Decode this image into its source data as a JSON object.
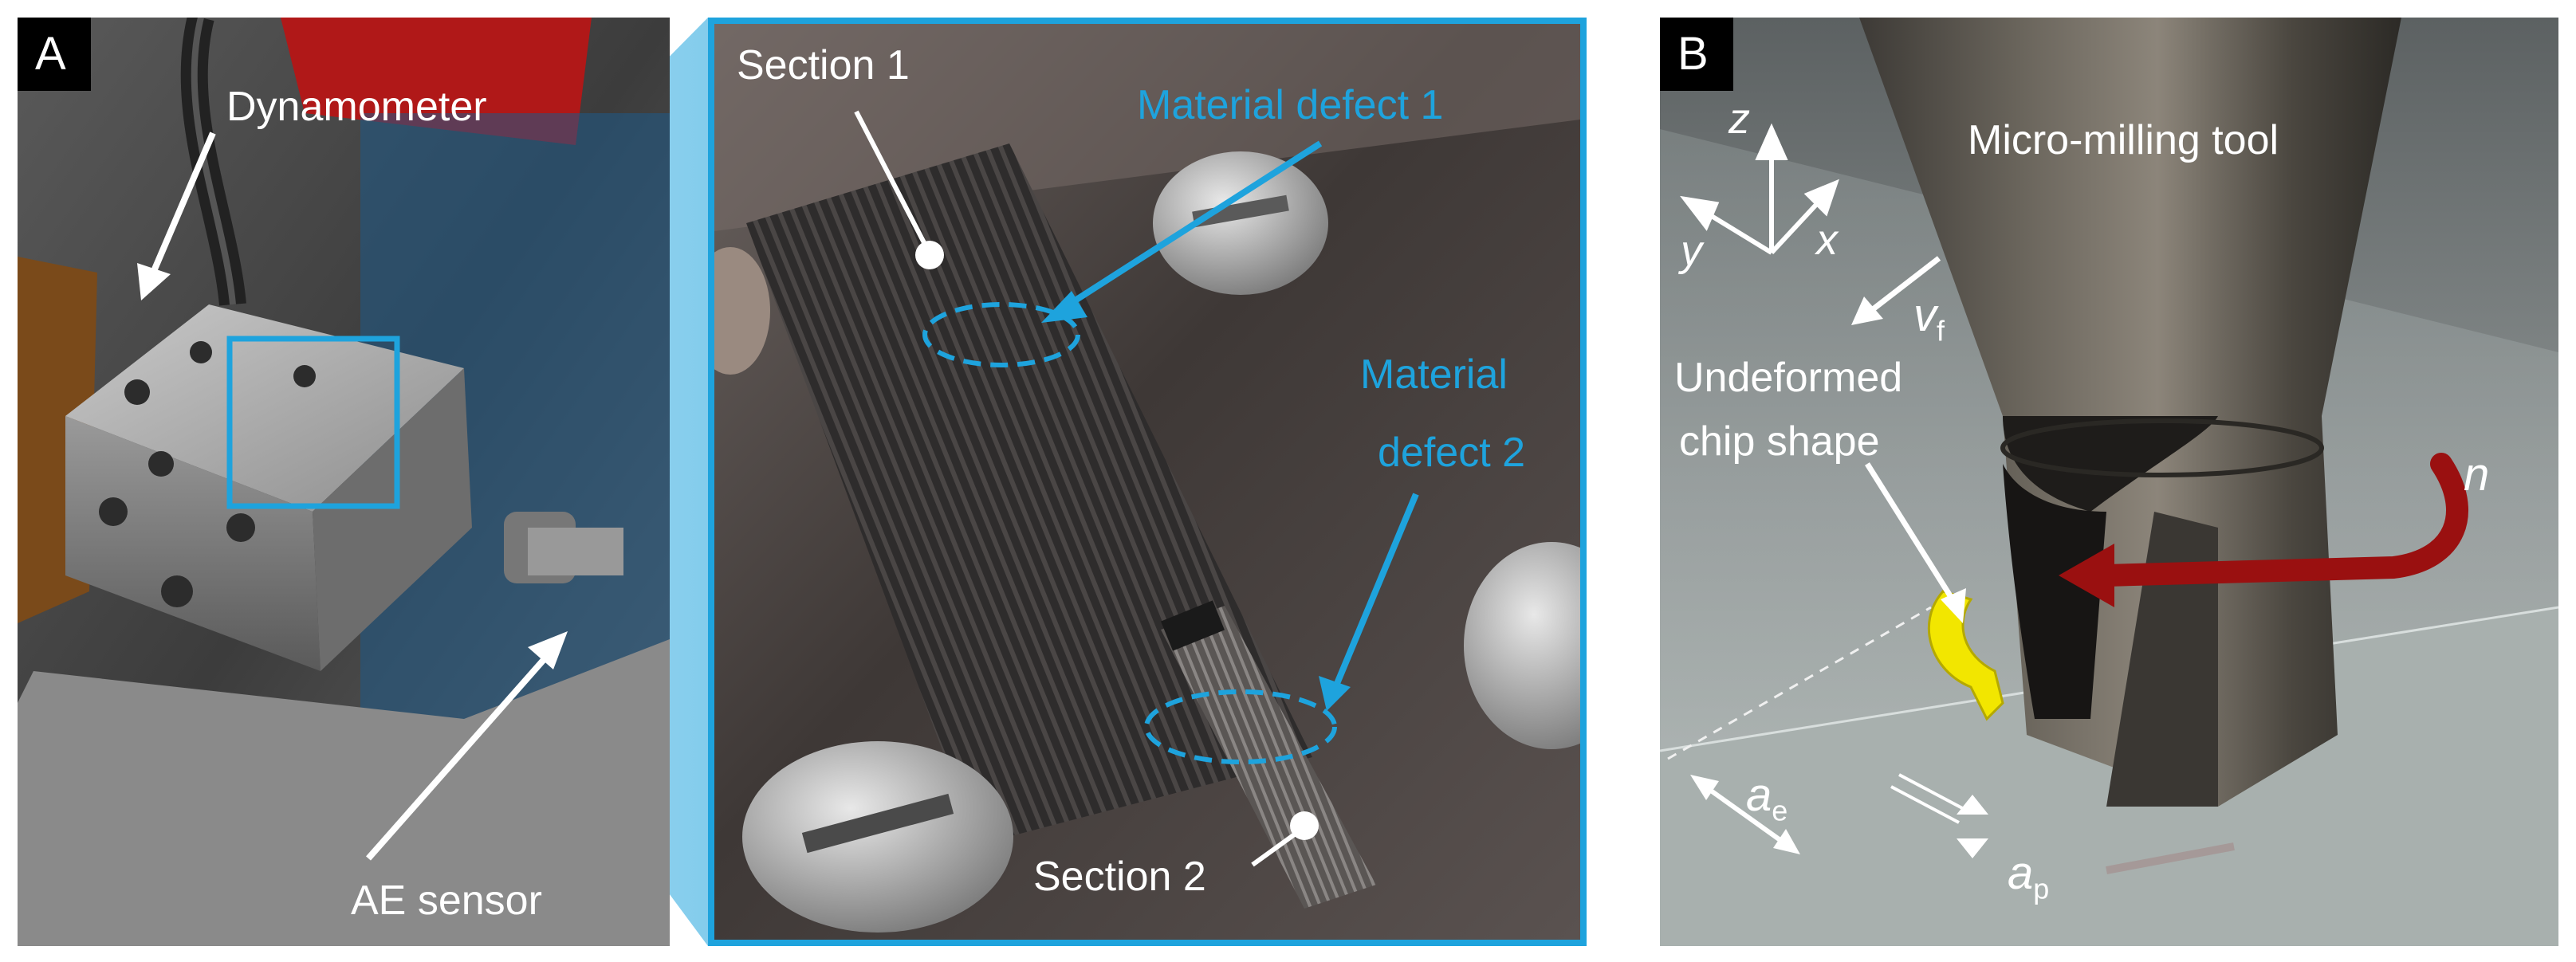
{
  "figure": {
    "panel_a": {
      "letter": "A",
      "labels": {
        "dynamometer": "Dynamometer",
        "ae_sensor": "AE sensor"
      }
    },
    "zoom_panel": {
      "labels": {
        "section_1": "Section 1",
        "section_2": "Section 2",
        "material_defect_1": "Material defect 1",
        "material_defect_2_line1": "Material",
        "material_defect_2_line2": "defect 2"
      }
    },
    "panel_b": {
      "letter": "B",
      "axes": {
        "z": "z",
        "y": "y",
        "x": "x"
      },
      "labels": {
        "tool": "Micro-milling tool",
        "chip_line1": "Undeformed",
        "chip_line2": "chip shape",
        "feed_main": "v",
        "feed_sub": "f",
        "speed": "n",
        "ae_main": "a",
        "ae_sub": "e",
        "ap_main": "a",
        "ap_sub": "p"
      }
    },
    "colors": {
      "accent_blue": "#1ea3dd",
      "annotation_white": "#ffffff",
      "chip_yellow": "#f2e600",
      "rotation_red": "#9a1010"
    }
  }
}
